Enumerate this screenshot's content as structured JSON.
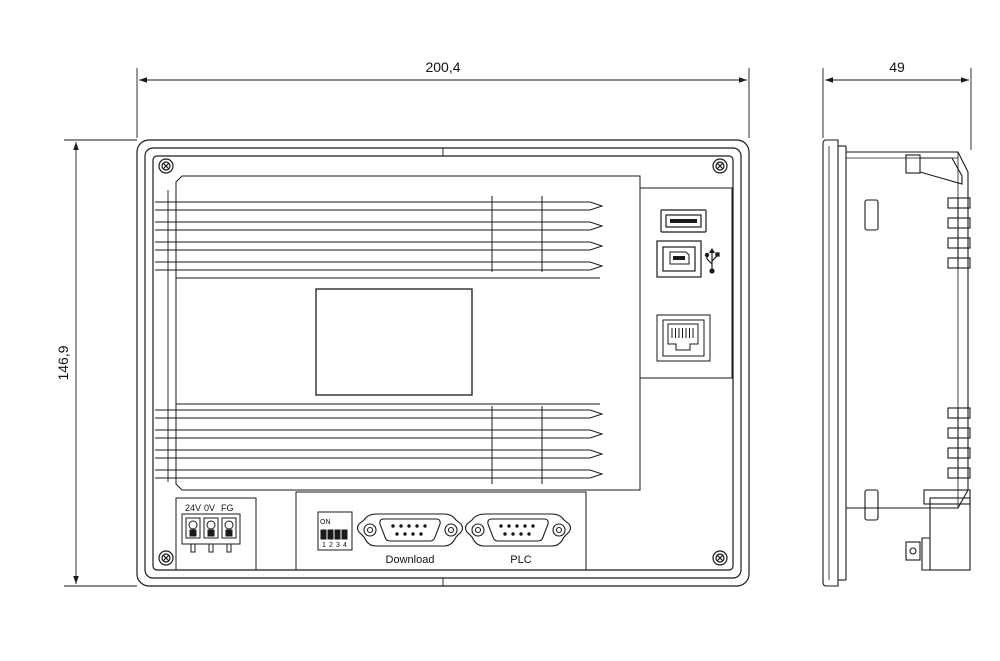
{
  "dimensions": {
    "width_label": "200,4",
    "height_label": "146,9",
    "depth_label": "49"
  },
  "front_view": {
    "power_connector": {
      "labels": [
        "24V",
        "0V",
        "FG"
      ]
    },
    "dip_switch": {
      "on_label": "ON",
      "numbers": [
        "1",
        "2",
        "3",
        "4"
      ]
    },
    "ports": {
      "download_label": "Download",
      "plc_label": "PLC"
    },
    "usb_symbol": "usb-icon"
  }
}
